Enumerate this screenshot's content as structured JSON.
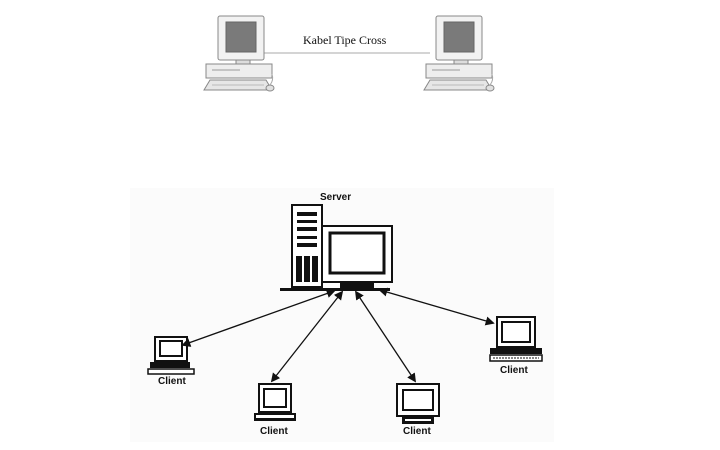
{
  "top_diagram": {
    "cable_label": "Kabel Tipe Cross"
  },
  "network_diagram": {
    "server_label": "Server",
    "clients": [
      {
        "label": "Client"
      },
      {
        "label": "Client"
      },
      {
        "label": "Client"
      },
      {
        "label": "Client"
      }
    ]
  }
}
